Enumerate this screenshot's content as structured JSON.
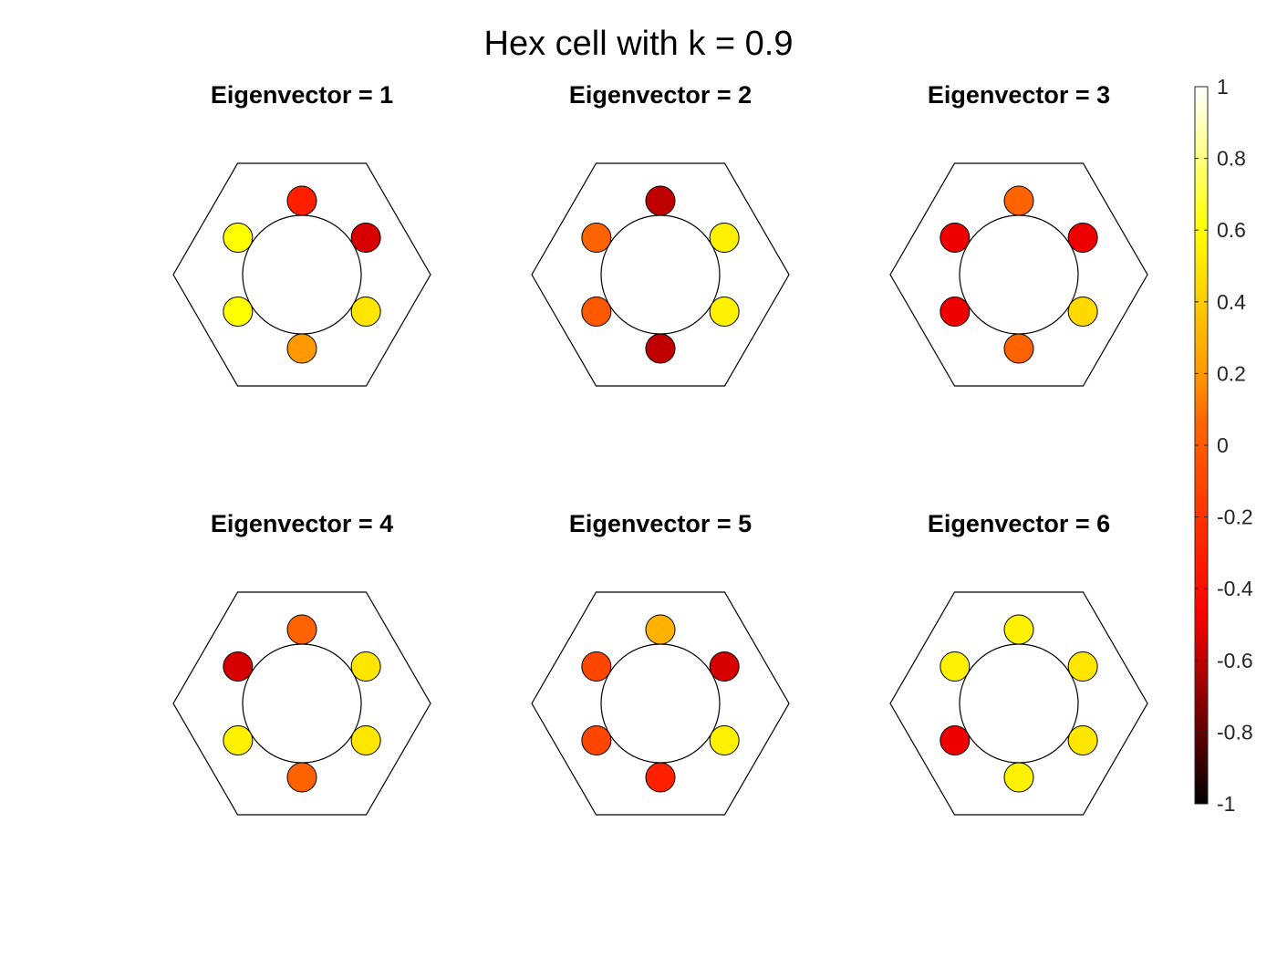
{
  "title": "Hex cell with k = 0.9",
  "colormap": {
    "name": "hot",
    "stops": [
      {
        "value": -1,
        "color": "#000000"
      },
      {
        "value": -0.4667,
        "color": "#ff0000"
      },
      {
        "value": 0.0667,
        "color": "#ff6600"
      },
      {
        "value": 0.2,
        "color": "#ff9900"
      },
      {
        "value": 0.6,
        "color": "#ffff00"
      },
      {
        "value": 1,
        "color": "#ffffff"
      }
    ]
  },
  "colorbar": {
    "range": [
      -1,
      1
    ],
    "ticks": [
      1,
      0.8,
      0.6,
      0.4,
      0.2,
      0,
      -0.2,
      -0.4,
      -0.6,
      -0.8,
      -1
    ],
    "tick_labels": [
      "1",
      "0.8",
      "0.6",
      "0.4",
      "0.2",
      "0",
      "-0.2",
      "-0.4",
      "-0.6",
      "-0.8",
      "-1"
    ]
  },
  "chart_data": {
    "type": "heatmap",
    "title": "Hex cell with k = 0.9",
    "node_order": [
      "top",
      "upper-right",
      "lower-right",
      "bottom",
      "lower-left",
      "upper-left"
    ],
    "color_range": [
      -1,
      1
    ],
    "panels": [
      {
        "title": "Eigenvector = 1",
        "values": [
          -0.3,
          -0.55,
          0.5,
          0.2,
          0.6,
          0.6
        ]
      },
      {
        "title": "Eigenvector = 2",
        "values": [
          -0.6,
          0.55,
          0.55,
          -0.6,
          0.0,
          0.05
        ]
      },
      {
        "title": "Eigenvector = 3",
        "values": [
          0.05,
          -0.5,
          0.45,
          0.05,
          -0.5,
          -0.5
        ]
      },
      {
        "title": "Eigenvector = 4",
        "values": [
          0.05,
          0.5,
          0.5,
          0.05,
          0.55,
          -0.55
        ]
      },
      {
        "title": "Eigenvector = 5",
        "values": [
          0.3,
          -0.55,
          0.55,
          -0.3,
          -0.1,
          -0.1
        ]
      },
      {
        "title": "Eigenvector = 6",
        "values": [
          0.55,
          0.5,
          0.5,
          0.55,
          -0.5,
          0.55
        ]
      }
    ]
  }
}
